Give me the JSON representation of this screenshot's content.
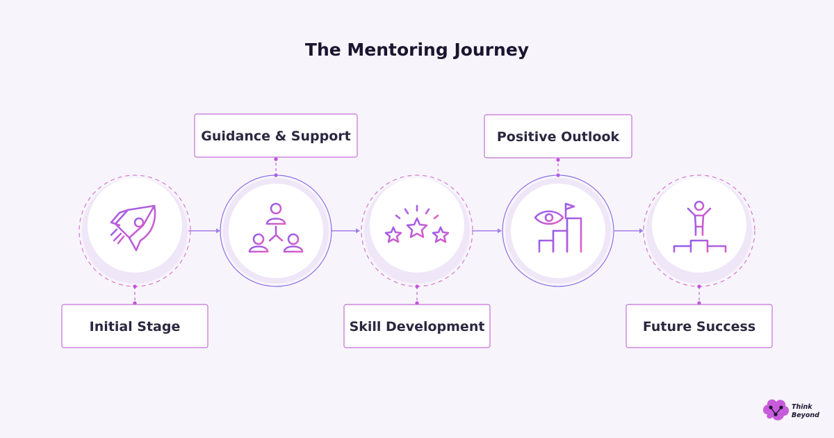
{
  "title": "The Mentoring Journey",
  "stages": [
    {
      "label": "Initial Stage",
      "icon": "rocket-icon",
      "label_position": "below"
    },
    {
      "label": "Guidance & Support",
      "icon": "team-network-icon",
      "label_position": "above"
    },
    {
      "label": "Skill Development",
      "icon": "stars-icon",
      "label_position": "below"
    },
    {
      "label": "Positive Outlook",
      "icon": "vision-growth-icon",
      "label_position": "above"
    },
    {
      "label": "Future Success",
      "icon": "winner-podium-icon",
      "label_position": "below"
    }
  ],
  "logo": {
    "line1": "Think",
    "line2": "Beyond"
  },
  "colors": {
    "accent": "#c153dd",
    "accent_secondary": "#8d6fe6",
    "background": "#f7f5fb",
    "text": "#1b1530"
  }
}
